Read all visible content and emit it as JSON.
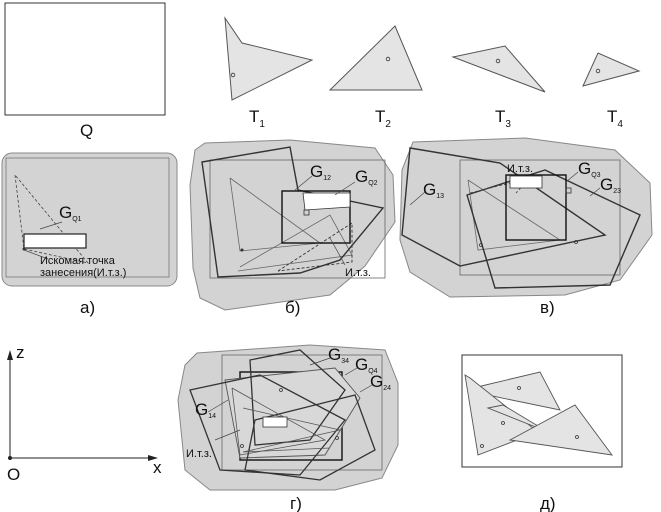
{
  "labels": {
    "Q": "Q",
    "T": "T",
    "t_subs": [
      "1",
      "2",
      "3",
      "4"
    ],
    "captions": [
      "а)",
      "б)",
      "в)",
      "г)",
      "д)"
    ],
    "G": "G",
    "g_subs": {
      "a_Q1": "Q1",
      "b_12": "12",
      "b_Q2": "Q2",
      "c_13": "13",
      "c_Q3": "Q3",
      "c_23": "23",
      "d_34": "34",
      "d_Q4": "Q4",
      "d_24": "24",
      "d_14": "14"
    },
    "seek_point_line1": "Искомая точка",
    "seek_point_line2": "занесения(И.т.з.)",
    "itz": "И.т.з.",
    "axis_z": "z",
    "axis_x": "x",
    "axis_o": "O"
  }
}
